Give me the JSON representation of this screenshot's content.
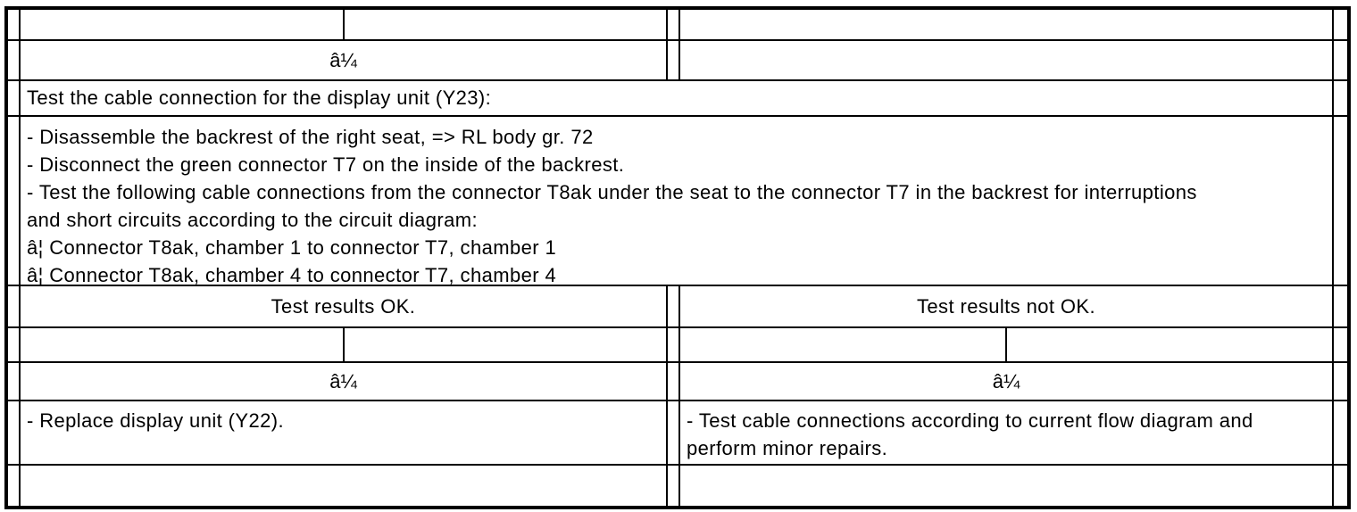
{
  "document": {
    "arrows": {
      "top": "â¼",
      "ok_branch": "â¼",
      "not_ok_branch": "â¼"
    },
    "header": {
      "title": "Test the cable connection for the display unit (Y23):"
    },
    "procedure": {
      "lines": [
        "- Disassemble the backrest of the right seat, => RL body gr. 72",
        "- Disconnect the green connector T7 on the inside of the backrest.",
        "- Test the following cable connections from the connector T8ak under the seat to the connector T7 in the backrest for interruptions",
        "and short circuits according to the circuit diagram:",
        "â¦ Connector T8ak, chamber 1 to connector T7, chamber 1",
        "â¦ Connector T8ak, chamber 4 to connector T7, chamber 4"
      ]
    },
    "results": {
      "ok": "Test results OK.",
      "not_ok": "Test results not OK."
    },
    "actions": {
      "ok_action": "- Replace display unit (Y22).",
      "not_ok_action_lines": [
        "- Test cable connections according to current flow diagram and",
        "perform minor repairs."
      ]
    }
  },
  "colors": {
    "background": "#ffffff",
    "border": "#000000",
    "text": "#000000"
  }
}
